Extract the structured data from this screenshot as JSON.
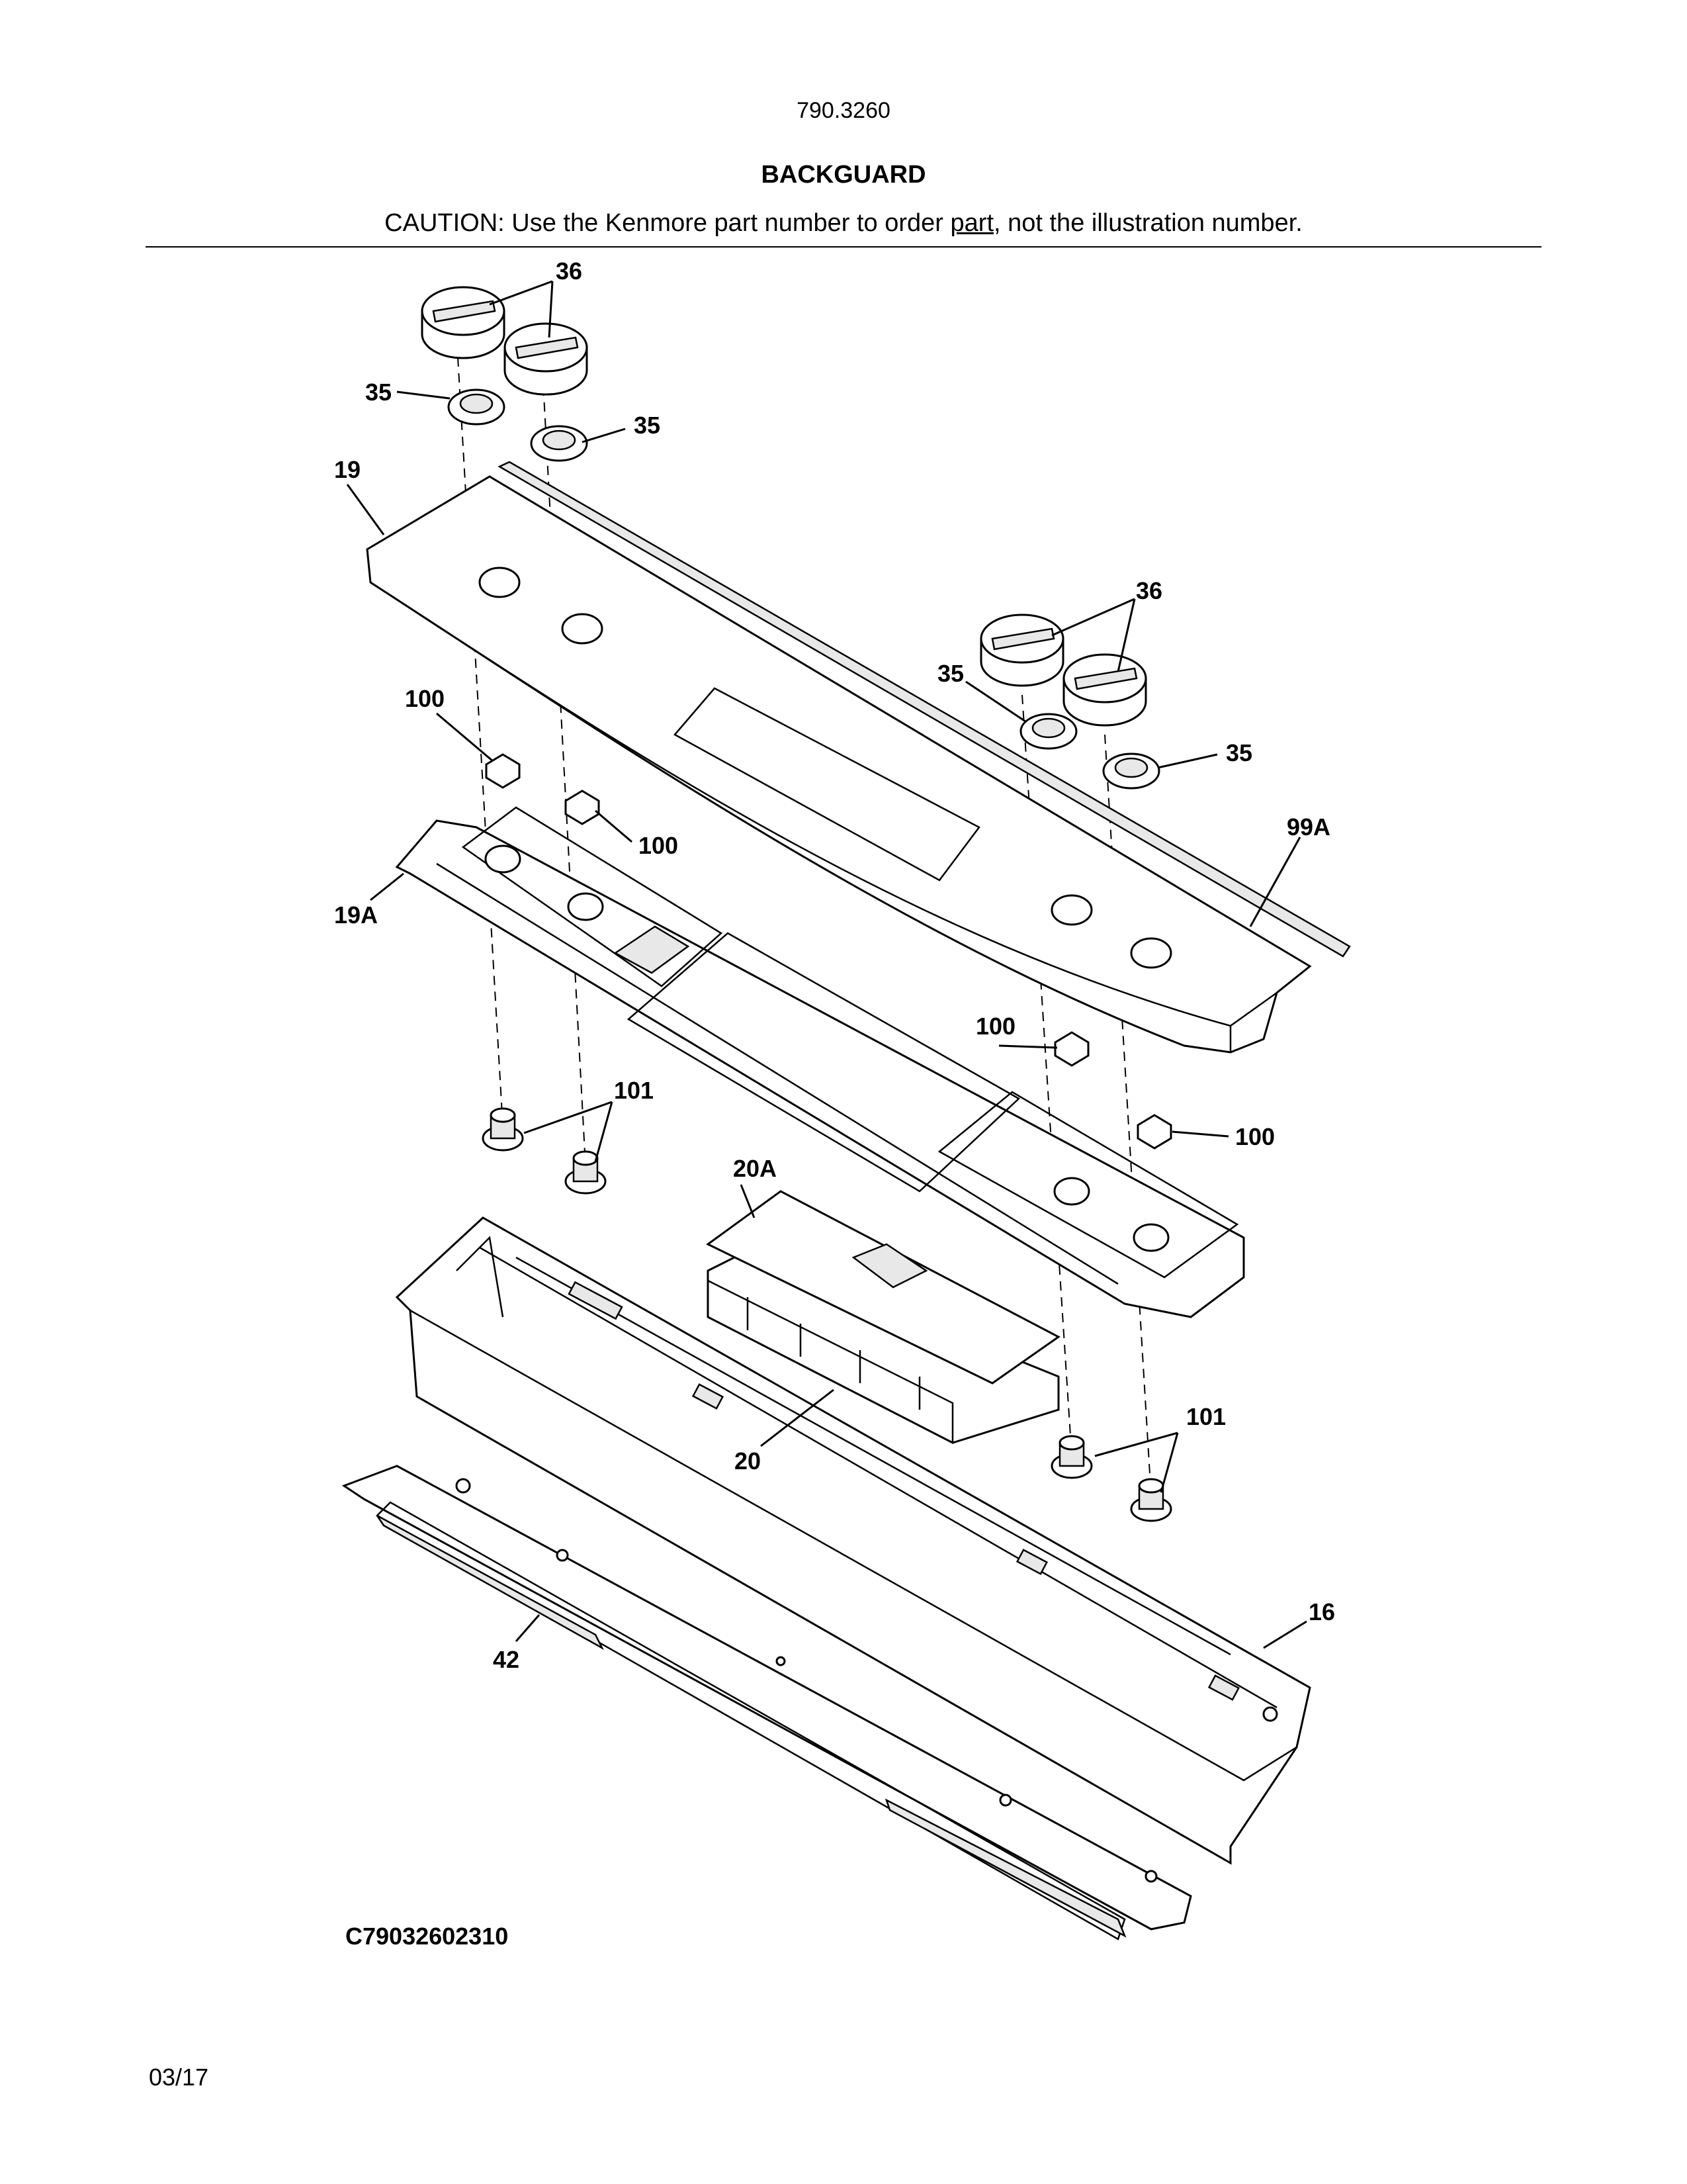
{
  "header": {
    "model_number": "790.3260",
    "title": "BACKGUARD",
    "caution_before": "CAUTION: Use the Kenmore part number to order ",
    "caution_underlined": "part",
    "caution_after": ", not the illustration number."
  },
  "callouts": {
    "c36_top": "36",
    "c35_top_left": "35",
    "c35_top_right": "35",
    "c19": "19",
    "c36_right": "36",
    "c35_right_upper": "35",
    "c35_right_lower": "35",
    "c100_left_upper": "100",
    "c100_left_lower": "100",
    "c99a": "99A",
    "c19a": "19A",
    "c100_right_upper": "100",
    "c100_right_lower": "100",
    "c101_left": "101",
    "c20a": "20A",
    "c20": "20",
    "c101_right": "101",
    "c16": "16",
    "c42": "42"
  },
  "footer": {
    "illustration_ref": "C79032602310",
    "date": "03/17"
  }
}
